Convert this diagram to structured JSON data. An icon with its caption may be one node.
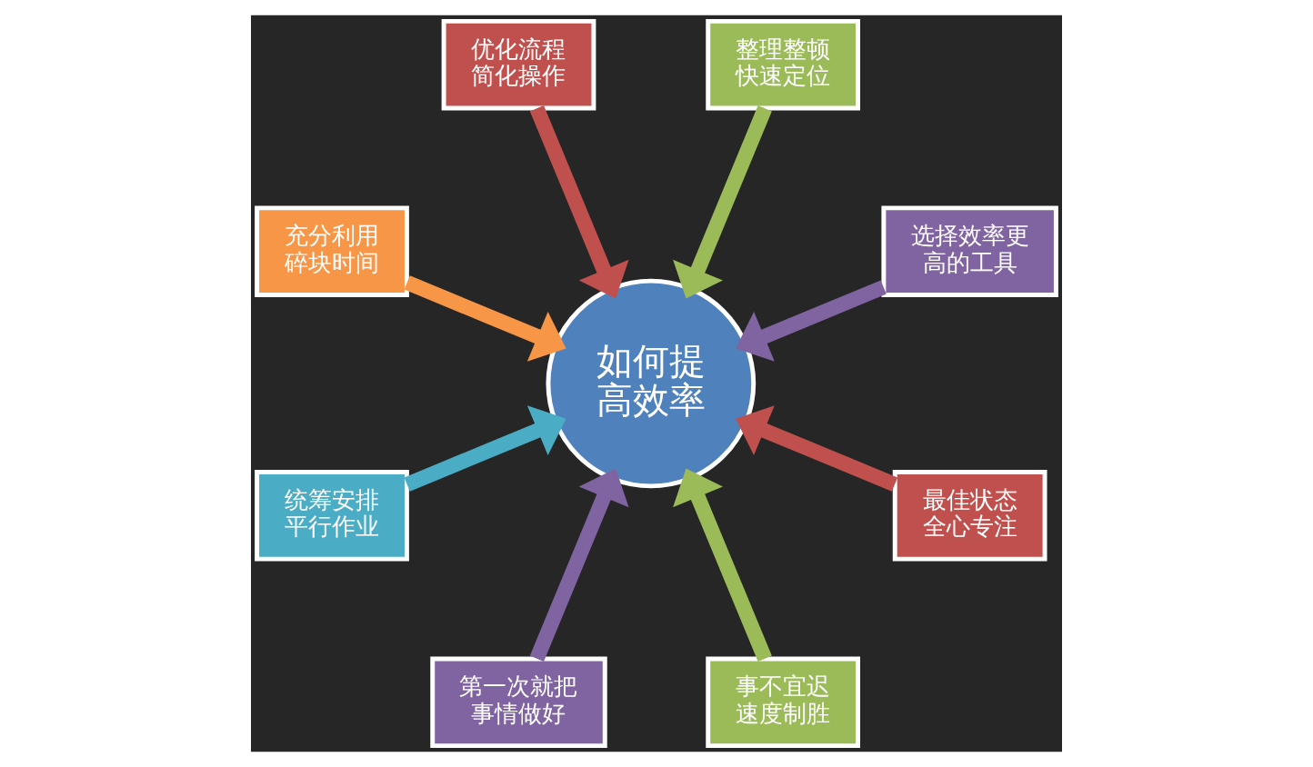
{
  "diagram": {
    "nodes": [
      {
        "text": [
          "最佳状态全心专注"
        ]
      },
      {
        "text": [
          "事不宜迟速度制胜"
        ]
      },
      {
        "text": [
          "第一次就把事情做好"
        ]
      },
      {
        "text": [
          "统筹安排平行作业"
        ]
      },
      {
        "text": [
          "充分利用碎块时间"
        ]
      },
      {
        "text": [
          "优化流程简化操作"
        ]
      },
      {
        "text": [
          "整理整顿快速定位"
        ]
      },
      {
        "text": [
          "选择效率更高的工具"
        ]
      },
      {
        "text": [
          "如何提高效率"
        ]
      }
    ],
    "edges": [
      {
        "from": 0,
        "to": 8,
        "arrow": "to",
        "color": "#c0504d"
      },
      {
        "from": 1,
        "to": 8,
        "arrow": "to",
        "color": "#9bbb59"
      },
      {
        "from": 2,
        "to": 8,
        "arrow": "to",
        "color": "#8064a2"
      },
      {
        "from": 3,
        "to": 8,
        "arrow": "to",
        "color": "#4bacc6"
      },
      {
        "from": 4,
        "to": 8,
        "arrow": "to",
        "color": "#f79646"
      },
      {
        "from": 5,
        "to": 8,
        "arrow": "to",
        "color": "#c0504d"
      },
      {
        "from": 6,
        "to": 8,
        "arrow": "to",
        "color": "#9bbb59"
      },
      {
        "from": 7,
        "to": 8,
        "arrow": "to",
        "color": "#8064a2"
      }
    ]
  }
}
